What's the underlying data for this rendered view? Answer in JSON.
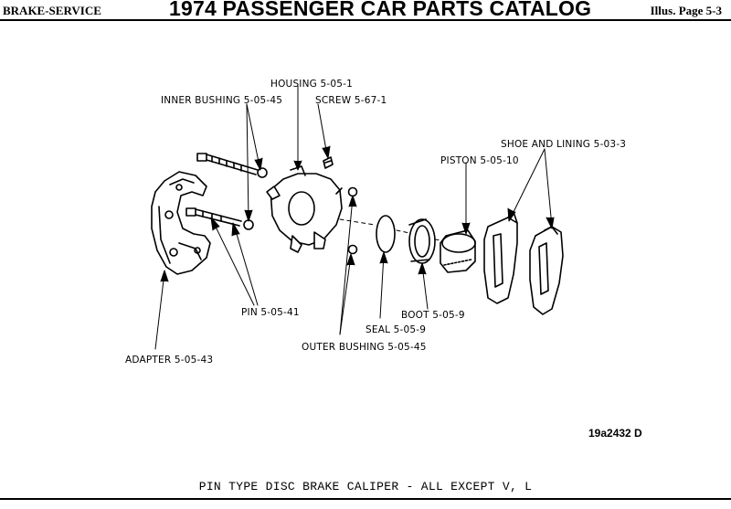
{
  "header": {
    "section": "BRAKE-SERVICE",
    "title": "1974 PASSENGER CAR PARTS CATALOG",
    "page": "Illus. Page 5-3"
  },
  "labels": {
    "housing": "HOUSING 5-05-1",
    "inner_bushing": "INNER BUSHING 5-05-45",
    "screw": "SCREW 5-67-1",
    "shoe_lining": "SHOE AND LINING 5-03-3",
    "piston": "PISTON 5-05-10",
    "pin": "PIN 5-05-41",
    "boot": "BOOT 5-05-9",
    "seal": "SEAL 5-05-9",
    "outer_bushing": "OUTER BUSHING 5-05-45",
    "adapter": "ADAPTER 5-05-43"
  },
  "illustration_code": "19a2432 D",
  "caption": "PIN TYPE DISC BRAKE CALIPER - ALL EXCEPT V, L"
}
